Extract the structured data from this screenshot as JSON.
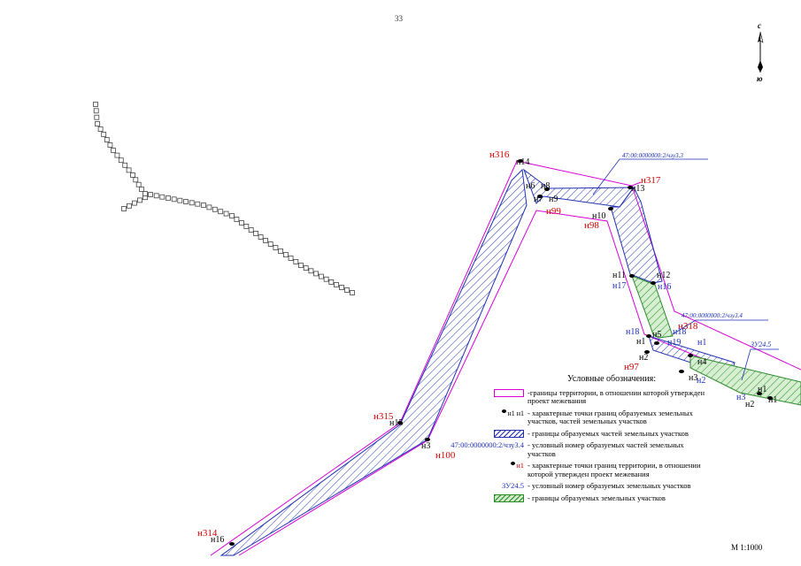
{
  "page_number": "33",
  "compass": {
    "north": "с",
    "south": "ю"
  },
  "scale": "М 1:1000",
  "legend": {
    "title": "Условные обозначения:",
    "items": [
      {
        "key": "",
        "text": "-границы территории, в отношении которой утвержден проект межевания"
      },
      {
        "key": "н1 н1",
        "text": "- характерные точки границ образуемых земельных участков, частей земельных участков"
      },
      {
        "key": "",
        "text": "- границы образуемых частей земельных участков"
      },
      {
        "key": "47:00:0000000:2/чзу3.4",
        "text": "- условный номер образуемых частей земельных участков"
      },
      {
        "key": "н1",
        "text": "- характерные точки границ территории, в отношении которой утвержден проект межевания"
      },
      {
        "key": "ЗУ24.5",
        "text": "- условный номер образуемых земельных участков"
      },
      {
        "key": "",
        "text": "- границы образуемых земельных участков"
      }
    ]
  },
  "colors": {
    "boundary": "#d600d6",
    "parts": "#2030b0",
    "parcel": "#2a8a2a",
    "red_label": "#d00000",
    "blue_label": "#1c2fb8"
  },
  "map_labels": {
    "callout_top": "47:00:0000000:2/чзу3.3",
    "callout_right": "47:00:0000000:2/чзу3.4",
    "callout_zu": "ЗУ24.5",
    "red": [
      "н316",
      "н317",
      "н99",
      "н98",
      "н318",
      "н97",
      "н315",
      "н100",
      "н314"
    ],
    "black": [
      "н14",
      "н6",
      "н8",
      "н7",
      "н9",
      "н13",
      "н10",
      "н11",
      "н12",
      "н5",
      "н1",
      "н2",
      "н4",
      "н3",
      "н15",
      "н3",
      "н16",
      "н1",
      "н2",
      "н1"
    ],
    "blue": [
      "н17",
      "н16",
      "н18",
      "н19",
      "н1",
      "н2",
      "н3",
      "н18"
    ]
  }
}
